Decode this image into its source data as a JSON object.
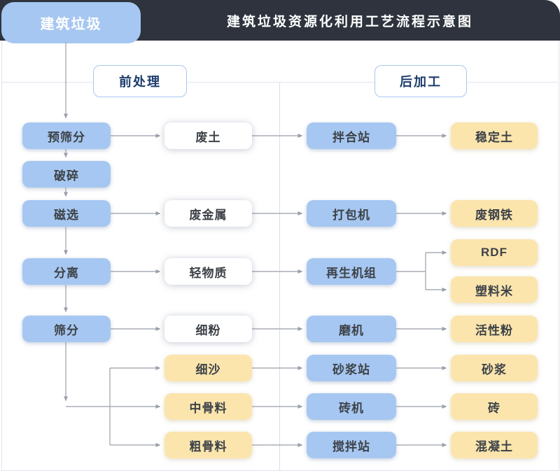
{
  "header": {
    "tab": "建筑垃圾",
    "title": "建筑垃圾资源化利用工艺流程示意图"
  },
  "sections": {
    "pre": "前处理",
    "post": "后加工"
  },
  "nodes": {
    "pre_screening": "预筛分",
    "crushing": "破碎",
    "magnetic_separation": "磁选",
    "separation": "分离",
    "screening": "筛分",
    "waste_soil": "废土",
    "waste_metal": "废金属",
    "light_material": "轻物质",
    "fine_powder": "细粉",
    "fine_sand": "细沙",
    "medium_aggregate": "中骨料",
    "coarse_aggregate": "粗骨料",
    "mixing_plant": "拌合站",
    "baler": "打包机",
    "regeneration_unit": "再生机组",
    "mill": "磨机",
    "mortar_station": "砂浆站",
    "brick_machine": "砖机",
    "agitating_station": "搅拌站",
    "stabilized_soil": "稳定土",
    "scrap_steel": "废钢铁",
    "rdf": "RDF",
    "plastic_pellets": "塑料米",
    "active_powder": "活性粉",
    "mortar": "砂浆",
    "brick": "砖",
    "concrete": "混凝土"
  },
  "colors": {
    "header_dark": "#2e333d",
    "process_blue": "#a6c7f1",
    "product_yellow": "#fbe5ad",
    "intermediate_white": "#ffffff",
    "section_border": "#a9c6ee",
    "section_text": "#1d3c6d",
    "node_text": "#3d4248",
    "arrow_gray": "#a9adb6",
    "panel_border": "#dfe3ee"
  }
}
